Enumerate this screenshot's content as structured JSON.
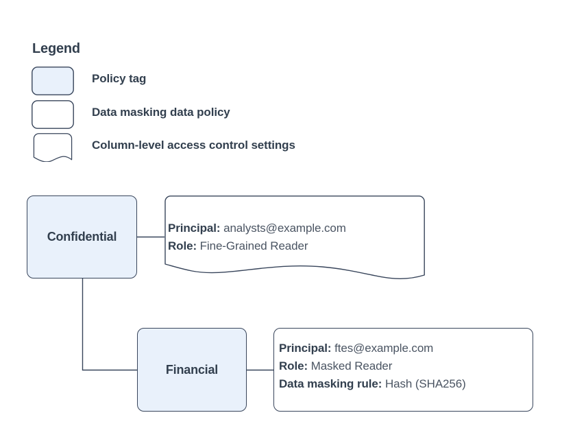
{
  "legend": {
    "title": "Legend",
    "items": [
      {
        "shape": "rounded-rect-filled",
        "label": "Policy tag",
        "fill": "#e9f1fb"
      },
      {
        "shape": "rounded-rect",
        "label": "Data masking data policy",
        "fill": "#ffffff"
      },
      {
        "shape": "wavy-bottom-rect",
        "label": "Column-level access control settings",
        "fill": "#ffffff"
      }
    ]
  },
  "diagram": {
    "nodes": [
      {
        "id": "confidential",
        "label": "Confidential",
        "fill": "#e9f1fb",
        "stroke": "#37445a"
      },
      {
        "id": "financial",
        "label": "Financial",
        "fill": "#e9f1fb",
        "stroke": "#37445a"
      }
    ],
    "callouts": [
      {
        "id": "confidential-policy",
        "shape": "wavy-bottom-rect",
        "lines": [
          {
            "label": "Principal:",
            "value": "analysts@example.com"
          },
          {
            "label": "Role:",
            "value": "Fine-Grained Reader"
          }
        ]
      },
      {
        "id": "financial-policy",
        "shape": "rounded-rect",
        "lines": [
          {
            "label": "Principal:",
            "value": "ftes@example.com"
          },
          {
            "label": "Role:",
            "value": "Masked Reader"
          },
          {
            "label": "Data masking rule:",
            "value": "Hash (SHA256)"
          }
        ]
      }
    ],
    "connectors": [
      {
        "id": "confidential-to-callout",
        "from": "confidential",
        "to": "confidential-policy"
      },
      {
        "id": "confidential-to-financial",
        "from": "confidential",
        "to": "financial"
      },
      {
        "id": "financial-to-callout",
        "from": "financial",
        "to": "financial-policy"
      }
    ]
  },
  "colors": {
    "node_fill": "#e9f1fb",
    "stroke": "#37445a",
    "text": "#323f4e",
    "value_text": "#4a5462",
    "background": "#ffffff"
  }
}
